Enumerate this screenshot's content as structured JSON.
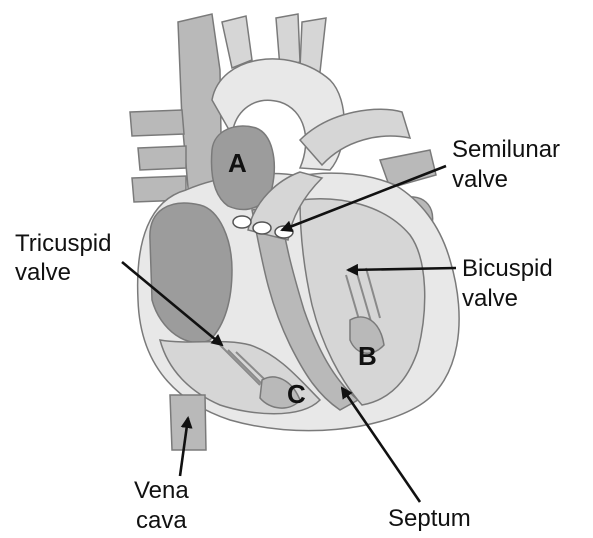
{
  "figure": {
    "title": "",
    "chamber_labels": [
      "A",
      "B",
      "C"
    ],
    "labels": {
      "semilunar": [
        "Semilunar",
        "valve"
      ],
      "tricuspid": [
        "Tricuspid",
        "valve"
      ],
      "bicuspid": [
        "Bicuspid",
        "valve"
      ],
      "septum": [
        "Septum"
      ],
      "vena_cava": [
        "Vena",
        "cava"
      ]
    }
  }
}
